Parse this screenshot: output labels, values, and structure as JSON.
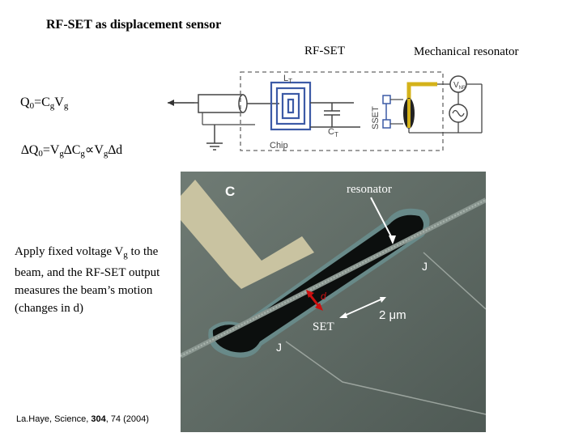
{
  "title": "RF-SET as displacement sensor",
  "labels": {
    "rfset": "RF-SET",
    "mech_resonator": "Mechanical resonator",
    "resonator": "resonator",
    "set": "SET"
  },
  "equations": {
    "q0": {
      "a": "Q",
      "a_sub": "0",
      "b": "=C",
      "b_sub": "g",
      "c": "V",
      "c_sub": "g"
    },
    "dq0": {
      "p1": "∆Q",
      "s1": "0",
      "p2": "=V",
      "s2": "g",
      "p3": "∆C",
      "s3": "g",
      "p4": "∝V",
      "s4": "g",
      "p5": "∆d"
    }
  },
  "description": {
    "part1": "Apply fixed voltage V",
    "sub": "g",
    "part2": " to the beam, and the RF-SET output measures the beam’s motion (changes in d)"
  },
  "citation": {
    "authors": "La.Haye, Science, ",
    "volume": "304",
    "rest": ", 74 (2004)"
  },
  "circuit": {
    "lt": "L",
    "lt_sub": "T",
    "ct": "C",
    "ct_sub": "T",
    "set_vertical": "SSET",
    "chip": "Chip",
    "vnr": "V",
    "vnr_sub": "NR"
  },
  "micrograph": {
    "c_label": "C",
    "j_top": "J",
    "j_bottom": "J",
    "d_label": "d",
    "scale": "2 μm"
  },
  "colors": {
    "beam_yellow": "#d4b21a",
    "arrow_red": "#cc1010",
    "photo_bg": "#5d6a63",
    "electrode": "#c9c3a1"
  }
}
